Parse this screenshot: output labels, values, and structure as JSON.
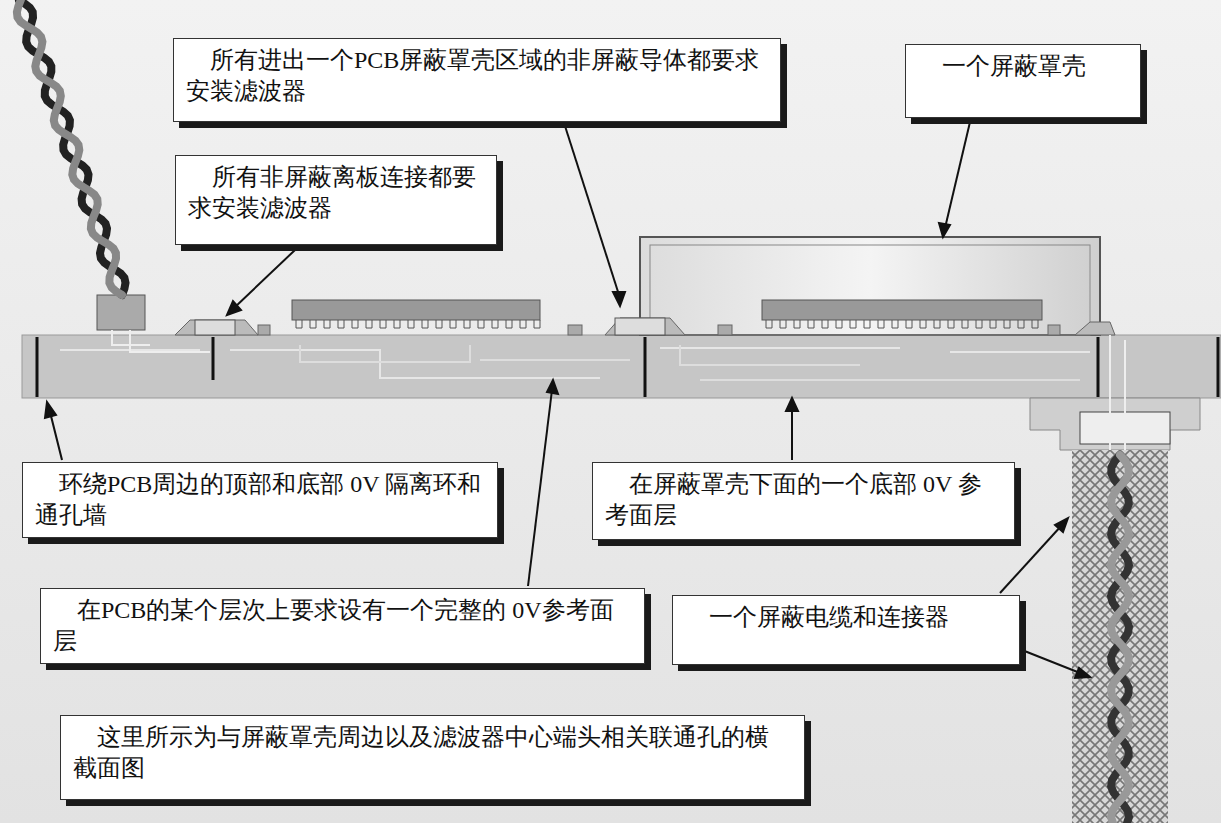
{
  "diagram": {
    "nodes": [
      {
        "text": [
          "所有进出一个PCB屏蔽罩壳区域的非屏蔽导体都要求安装滤波器"
        ]
      },
      {
        "text": [
          "一个屏蔽罩壳"
        ]
      },
      {
        "text": [
          "所有非屏蔽离板连接都要求安装滤波器"
        ]
      },
      {
        "text": [
          "环绕PCB周边的顶部和底部 0V 隔离环和通孔墙"
        ]
      },
      {
        "text": [
          "在屏蔽罩壳下面的一个底部 0V 参考面层"
        ]
      },
      {
        "text": [
          "在PCB的某个层次上要求设有一个完整的 0V参考面层"
        ]
      },
      {
        "text": [
          "一个屏蔽电缆和连接器"
        ]
      },
      {
        "text": [
          "这里所示为与屏蔽罩壳周边以及滤波器中心端头相关联通孔的横截面图"
        ]
      }
    ]
  }
}
